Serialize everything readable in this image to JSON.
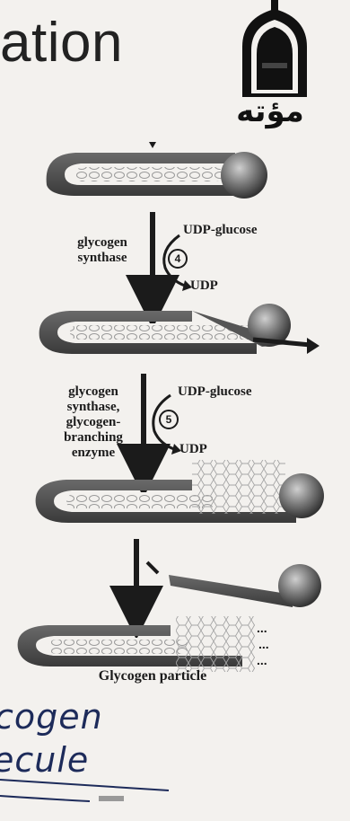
{
  "slide": {
    "title_fragment": "ation"
  },
  "logo": {
    "text": "مؤته"
  },
  "steps": [
    {
      "enzyme_lines": [
        "glycogen",
        "synthase"
      ],
      "number": "4",
      "donor": "UDP-glucose",
      "product": "UDP"
    },
    {
      "enzyme_lines": [
        "glycogen",
        "synthase,",
        "glycogen-",
        "branching",
        "enzyme"
      ],
      "number": "5",
      "donor": "UDP-glucose",
      "product": "UDP"
    }
  ],
  "caption": "Glycogen particle",
  "handwriting": {
    "line1": "cogen",
    "line2": "ecule"
  }
}
